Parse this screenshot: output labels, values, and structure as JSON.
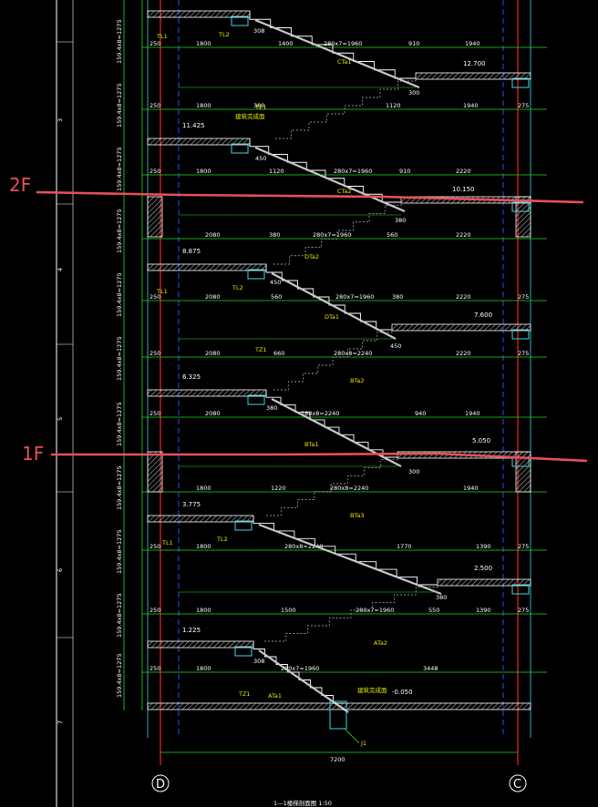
{
  "floor_labels": {
    "second": "2F",
    "first": "1F"
  },
  "axis_labels": {
    "left": "D",
    "right": "C"
  },
  "overall_dimension": "7200",
  "caption": "1—1楼梯剖面图 1:50",
  "elevations": [
    "12.700",
    "10.150",
    "8.875",
    "7.600",
    "6.325",
    "5.050",
    "3.775",
    "2.500",
    "1.225",
    "-0.050",
    "11.425"
  ],
  "run_dims": {
    "top_band": [
      "250",
      "1800",
      "1400",
      "280x7=1960",
      "910",
      "1940"
    ],
    "band_2": [
      "250",
      "1800",
      "380",
      "1120",
      "1940",
      "275"
    ],
    "band_3": [
      "250",
      "1800",
      "1120",
      "280x7=1960",
      "910",
      "2220"
    ],
    "band_4": [
      "2080",
      "380",
      "280x7=1960",
      "560",
      "2220"
    ],
    "band_5": [
      "250",
      "2080",
      "560",
      "280x7=1960",
      "380",
      "2220",
      "275"
    ],
    "band_6": [
      "250",
      "2080",
      "660",
      "280x8=2240",
      "2220",
      "275"
    ],
    "band_7": [
      "250",
      "2080",
      "280x8=2240",
      "940",
      "1940"
    ],
    "band_8": [
      "1800",
      "1220",
      "280x8=2240",
      "1940"
    ],
    "band_9": [
      "250",
      "1800",
      "280x8=2240",
      "1770",
      "1390",
      "275"
    ],
    "band_10": [
      "250",
      "1800",
      "1500",
      "280x7=1960",
      "550",
      "1390",
      "275"
    ],
    "band_11": [
      "250",
      "1800",
      "280x7=1960",
      "3448"
    ]
  },
  "members": {
    "beam_labels": [
      "TL1",
      "TL2",
      "TZ1",
      "TL1",
      "TL2",
      "TZ1",
      "TL1",
      "TL2",
      "TZ1"
    ],
    "flight_labels": [
      "CTa1",
      "CTa2",
      "DTa1",
      "DTa2",
      "BTa1",
      "BTa2",
      "BTa3",
      "ATa1",
      "ATa2"
    ],
    "beam_sizes": [
      "308",
      "450",
      "380",
      "450",
      "450",
      "380",
      "300",
      "300",
      "380",
      "308"
    ],
    "footing": "J1",
    "level_mark": "建筑完成面"
  },
  "story_heights": [
    "159.4x8=1275",
    "159.4x8=1275",
    "159.4x8=1275",
    "159.4x8=1275",
    "159.4x8=1275",
    "159.4x8=1275",
    "159.4x8=1275",
    "159.4x8=1275",
    "159.4x8=1275",
    "159.4x8=1275",
    "159.4x8=1275"
  ],
  "level_index": [
    "3",
    "4",
    "5",
    "6",
    "7"
  ],
  "colors": {
    "background": "#000000",
    "grid_red": "#d02020",
    "grid_blue": "#2a4cff",
    "dimension_green": "#22dd22",
    "cyan": "#39d7e6",
    "hatch": "#c8c8c8",
    "structure": "#ffffff",
    "label_yellow": "#e8e800",
    "floor_line": "#e8505a"
  }
}
